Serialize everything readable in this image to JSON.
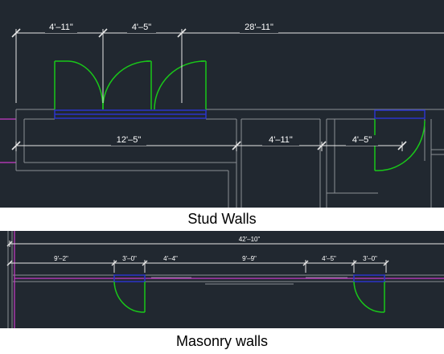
{
  "colors": {
    "background": "#212830",
    "wall": "#8a8f95",
    "dimension": "#e6e6e6",
    "door": "#19c819",
    "header": "#2b34c8",
    "property_line": "#c83cc8",
    "caption": "#000000"
  },
  "stud_walls": {
    "caption": "Stud Walls",
    "top_dimensions": [
      "4'–11\"",
      "4'–5\"",
      "28'–11\""
    ],
    "bottom_dimensions": [
      "12'–5\"",
      "4'–11\"",
      "4'–5\""
    ]
  },
  "masonry_walls": {
    "caption": "Masonry walls",
    "overall_dimension": "42'–10\"",
    "dimensions": [
      "9'–2\"",
      "3'–0\"",
      "4'–4\"",
      "9'–9\"",
      "4'–5\"",
      "3'–0\""
    ]
  }
}
